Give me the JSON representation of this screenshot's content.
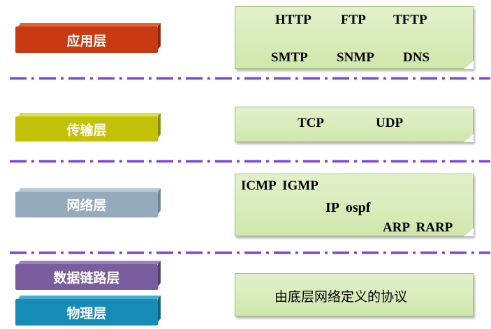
{
  "colors": {
    "app_red": "#c93a12",
    "transport_yellow": "#c3c20a",
    "network_gray": "#95abbd",
    "datalink_purple": "#7a5d9f",
    "physical_blue": "#168cb6",
    "protocol_box_green": "#d6ebb4",
    "separator_purple": "#7f43d6"
  },
  "layers": {
    "application": "应用层",
    "transport": "传输层",
    "network": "网络层",
    "datalink": "数据链路层",
    "physical": "物理层"
  },
  "protocols": {
    "application": [
      "HTTP",
      "FTP",
      "TFTP",
      "SMTP",
      "SNMP",
      "DNS"
    ],
    "transport": [
      "TCP",
      "UDP"
    ],
    "network": [
      "ICMP  IGMP",
      "IP  ospf",
      "ARP  RARP"
    ],
    "lower": "由底层网络定义的协议"
  }
}
